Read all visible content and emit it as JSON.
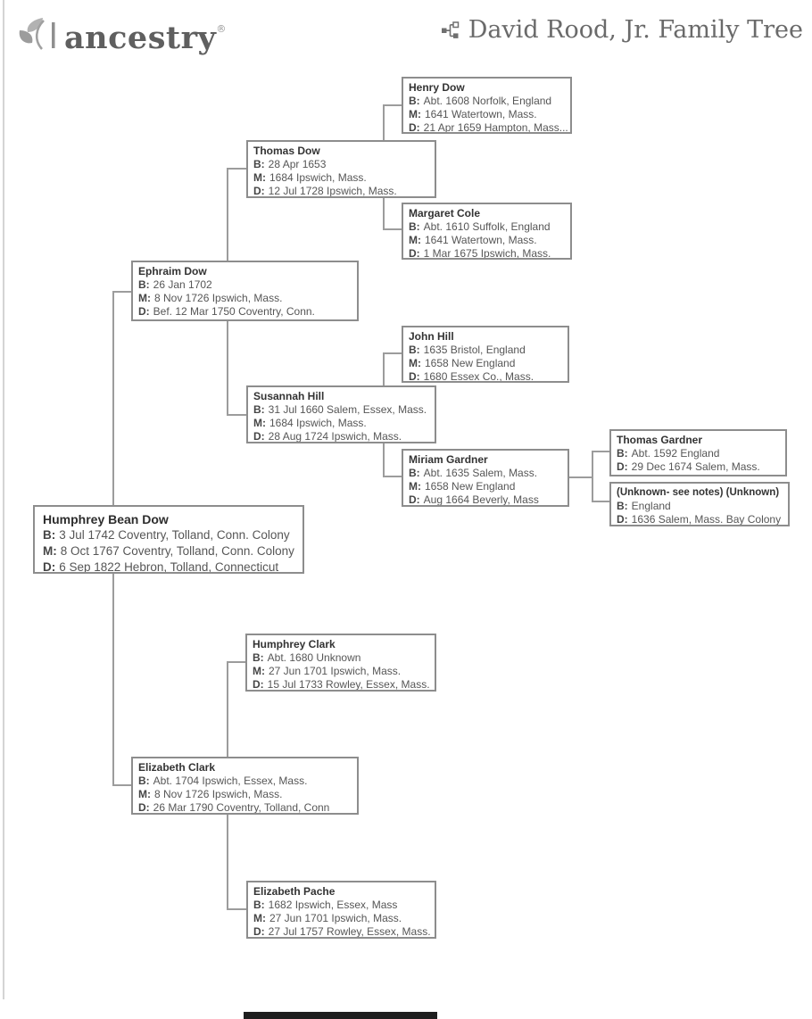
{
  "header": {
    "logo_text": "ancestry",
    "logo_reg": "®",
    "title": "David Rood, Jr. Family Tree"
  },
  "tree": {
    "people": [
      {
        "name": "Henry Dow",
        "events": [
          {
            "label": "B:",
            "text": "Abt. 1608 Norfolk, England"
          },
          {
            "label": "M:",
            "text": "1641 Watertown, Mass."
          },
          {
            "label": "D:",
            "text": "21 Apr 1659 Hampton, Mass..."
          }
        ]
      },
      {
        "name": "Thomas Dow",
        "events": [
          {
            "label": "B:",
            "text": "28 Apr 1653"
          },
          {
            "label": "M:",
            "text": "1684 Ipswich, Mass."
          },
          {
            "label": "D:",
            "text": "12 Jul 1728 Ipswich, Mass."
          }
        ]
      },
      {
        "name": "Margaret Cole",
        "events": [
          {
            "label": "B:",
            "text": "Abt. 1610 Suffolk, England"
          },
          {
            "label": "M:",
            "text": "1641 Watertown, Mass."
          },
          {
            "label": "D:",
            "text": "1 Mar 1675 Ipswich, Mass."
          }
        ]
      },
      {
        "name": "Ephraim Dow",
        "events": [
          {
            "label": "B:",
            "text": "26 Jan 1702"
          },
          {
            "label": "M:",
            "text": "8 Nov 1726 Ipswich, Mass."
          },
          {
            "label": "D:",
            "text": "Bef. 12 Mar 1750 Coventry, Conn."
          }
        ]
      },
      {
        "name": "John Hill",
        "events": [
          {
            "label": "B:",
            "text": "1635 Bristol, England"
          },
          {
            "label": "M:",
            "text": "1658 New England"
          },
          {
            "label": "D:",
            "text": "1680 Essex Co., Mass."
          }
        ]
      },
      {
        "name": "Susannah Hill",
        "events": [
          {
            "label": "B:",
            "text": "31 Jul 1660 Salem, Essex, Mass."
          },
          {
            "label": "M:",
            "text": "1684 Ipswich, Mass."
          },
          {
            "label": "D:",
            "text": "28 Aug 1724 Ipswich, Mass."
          }
        ]
      },
      {
        "name": "Miriam Gardner",
        "events": [
          {
            "label": "B:",
            "text": "Abt. 1635 Salem, Mass."
          },
          {
            "label": "M:",
            "text": "1658 New England"
          },
          {
            "label": "D:",
            "text": "Aug 1664 Beverly, Mass"
          }
        ]
      },
      {
        "name": "Thomas Gardner",
        "events": [
          {
            "label": "B:",
            "text": "Abt. 1592 England"
          },
          {
            "label": "D:",
            "text": "29 Dec 1674 Salem, Mass."
          }
        ]
      },
      {
        "name": "(Unknown- see notes) (Unknown)",
        "events": [
          {
            "label": "B:",
            "text": "England"
          },
          {
            "label": "D:",
            "text": "1636 Salem, Mass. Bay Colony"
          }
        ]
      },
      {
        "name": "Humphrey Bean Dow",
        "events": [
          {
            "label": "B:",
            "text": "3 Jul 1742 Coventry, Tolland, Conn. Colony"
          },
          {
            "label": "M:",
            "text": "8 Oct 1767 Coventry, Tolland, Conn. Colony"
          },
          {
            "label": "D:",
            "text": "6 Sep 1822 Hebron, Tolland, Connecticut"
          }
        ]
      },
      {
        "name": "Humphrey Clark",
        "events": [
          {
            "label": "B:",
            "text": "Abt. 1680 Unknown"
          },
          {
            "label": "M:",
            "text": "27 Jun 1701 Ipswich, Mass."
          },
          {
            "label": "D:",
            "text": "15 Jul 1733 Rowley, Essex, Mass."
          }
        ]
      },
      {
        "name": "Elizabeth Clark",
        "events": [
          {
            "label": "B:",
            "text": "Abt. 1704 Ipswich, Essex, Mass."
          },
          {
            "label": "M:",
            "text": "8 Nov 1726 Ipswich, Mass."
          },
          {
            "label": "D:",
            "text": "26 Mar 1790 Coventry, Tolland, Conn"
          }
        ]
      },
      {
        "name": "Elizabeth Pache",
        "events": [
          {
            "label": "B:",
            "text": "1682 Ipswich, Essex, Mass"
          },
          {
            "label": "M:",
            "text": "27 Jun 1701 Ipswich, Mass."
          },
          {
            "label": "D:",
            "text": "27 Jul 1757 Rowley, Essex, Mass."
          }
        ]
      }
    ]
  }
}
